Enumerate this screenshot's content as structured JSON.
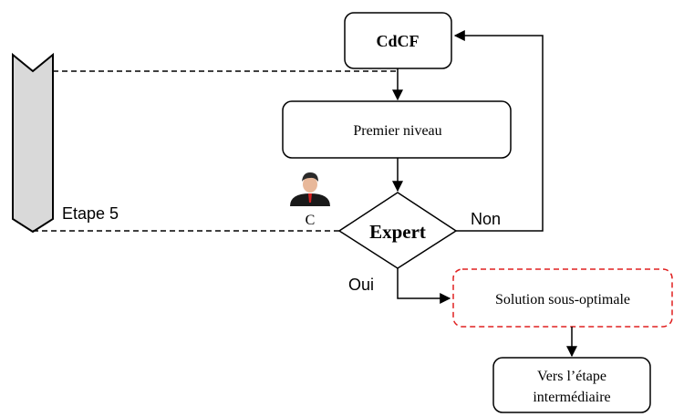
{
  "nodes": {
    "cdcf": "CdCF",
    "premier_niveau": "Premier niveau",
    "expert": "Expert",
    "solution": "Solution sous-optimale",
    "vers_line1": "Vers l’étape",
    "vers_line2": "intermédiaire"
  },
  "labels": {
    "etape": "Etape 5",
    "non": "Non",
    "oui": "Oui",
    "person": "C"
  },
  "colors": {
    "stroke": "#000000",
    "phase_marker_fill": "#d9d9d9",
    "solution_border": "#e02020",
    "person_suit": "#1a1a1a",
    "person_tie": "#d42020"
  }
}
